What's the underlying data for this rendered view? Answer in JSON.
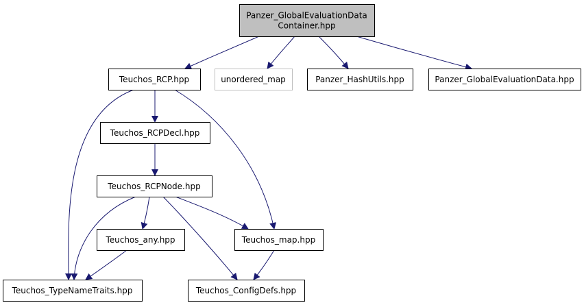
{
  "diagram": {
    "nodes": {
      "root": {
        "lines": [
          "Panzer_GlobalEvaluationData",
          "Container.hpp"
        ],
        "fill": "#bfbfbf",
        "stroke": "#000000",
        "text_color": "#000000"
      },
      "teuchos_rcp": {
        "lines": [
          "Teuchos_RCP.hpp"
        ],
        "fill": "#ffffff",
        "stroke": "#000000",
        "text_color": "#000000"
      },
      "unordered_map": {
        "lines": [
          "unordered_map"
        ],
        "fill": "#ffffff",
        "stroke": "#bfbfbf",
        "text_color": "#404040"
      },
      "panzer_hashutils": {
        "lines": [
          "Panzer_HashUtils.hpp"
        ],
        "fill": "#ffffff",
        "stroke": "#000000",
        "text_color": "#000000"
      },
      "panzer_globalevaluationdata": {
        "lines": [
          "Panzer_GlobalEvaluationData.hpp"
        ],
        "fill": "#ffffff",
        "stroke": "#000000",
        "text_color": "#000000"
      },
      "teuchos_rcpdecl": {
        "lines": [
          "Teuchos_RCPDecl.hpp"
        ],
        "fill": "#ffffff",
        "stroke": "#000000",
        "text_color": "#000000"
      },
      "teuchos_rcpnode": {
        "lines": [
          "Teuchos_RCPNode.hpp"
        ],
        "fill": "#ffffff",
        "stroke": "#000000",
        "text_color": "#000000"
      },
      "teuchos_any": {
        "lines": [
          "Teuchos_any.hpp"
        ],
        "fill": "#ffffff",
        "stroke": "#000000",
        "text_color": "#000000"
      },
      "teuchos_map": {
        "lines": [
          "Teuchos_map.hpp"
        ],
        "fill": "#ffffff",
        "stroke": "#000000",
        "text_color": "#000000"
      },
      "teuchos_typenametraits": {
        "lines": [
          "Teuchos_TypeNameTraits.hpp"
        ],
        "fill": "#ffffff",
        "stroke": "#000000",
        "text_color": "#000000"
      },
      "teuchos_configdefs": {
        "lines": [
          "Teuchos_ConfigDefs.hpp"
        ],
        "fill": "#ffffff",
        "stroke": "#000000",
        "text_color": "#000000"
      }
    },
    "edges": [
      {
        "from": "root",
        "to": "teuchos_rcp"
      },
      {
        "from": "root",
        "to": "unordered_map"
      },
      {
        "from": "root",
        "to": "panzer_hashutils"
      },
      {
        "from": "root",
        "to": "panzer_globalevaluationdata"
      },
      {
        "from": "teuchos_rcp",
        "to": "teuchos_rcpdecl"
      },
      {
        "from": "teuchos_rcp",
        "to": "teuchos_typenametraits"
      },
      {
        "from": "teuchos_rcp",
        "to": "teuchos_map"
      },
      {
        "from": "teuchos_rcpdecl",
        "to": "teuchos_rcpnode"
      },
      {
        "from": "teuchos_rcpnode",
        "to": "teuchos_any"
      },
      {
        "from": "teuchos_rcpnode",
        "to": "teuchos_typenametraits"
      },
      {
        "from": "teuchos_rcpnode",
        "to": "teuchos_map"
      },
      {
        "from": "teuchos_rcpnode",
        "to": "teuchos_configdefs"
      },
      {
        "from": "teuchos_any",
        "to": "teuchos_typenametraits"
      },
      {
        "from": "teuchos_map",
        "to": "teuchos_configdefs"
      }
    ],
    "edge_color": "#191970"
  }
}
